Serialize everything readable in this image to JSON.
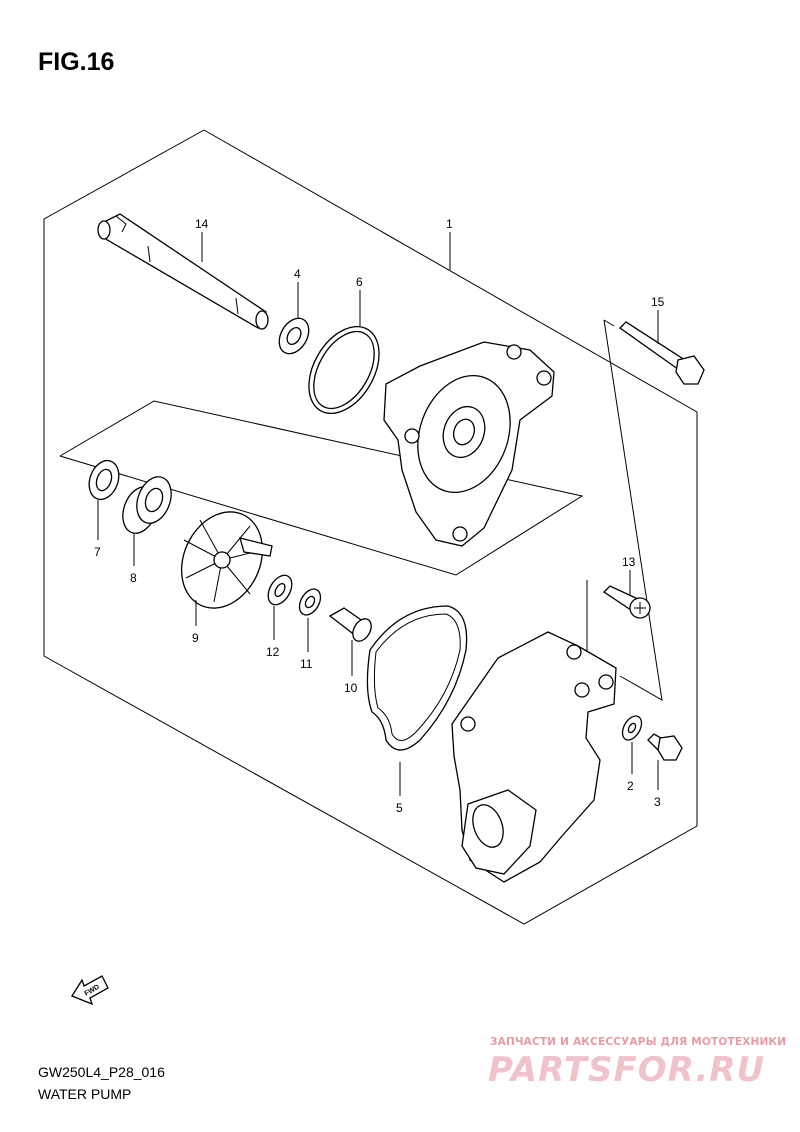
{
  "header": {
    "fig_label": "FIG.16"
  },
  "footer": {
    "model_code": "GW250L4_P28_016",
    "diagram_name": "WATER PUMP"
  },
  "fwd_label": "FWD",
  "watermark": {
    "caption": "ЗАПЧАСТИ И АКСЕССУАРЫ ДЛЯ МОТОТЕХНИКИ",
    "logo": "PARTSFOR.RU",
    "color": "#e89aa6"
  },
  "part_numbers": [
    "1",
    "2",
    "3",
    "4",
    "5",
    "6",
    "7",
    "8",
    "9",
    "10",
    "11",
    "12",
    "13",
    "14",
    "15"
  ]
}
